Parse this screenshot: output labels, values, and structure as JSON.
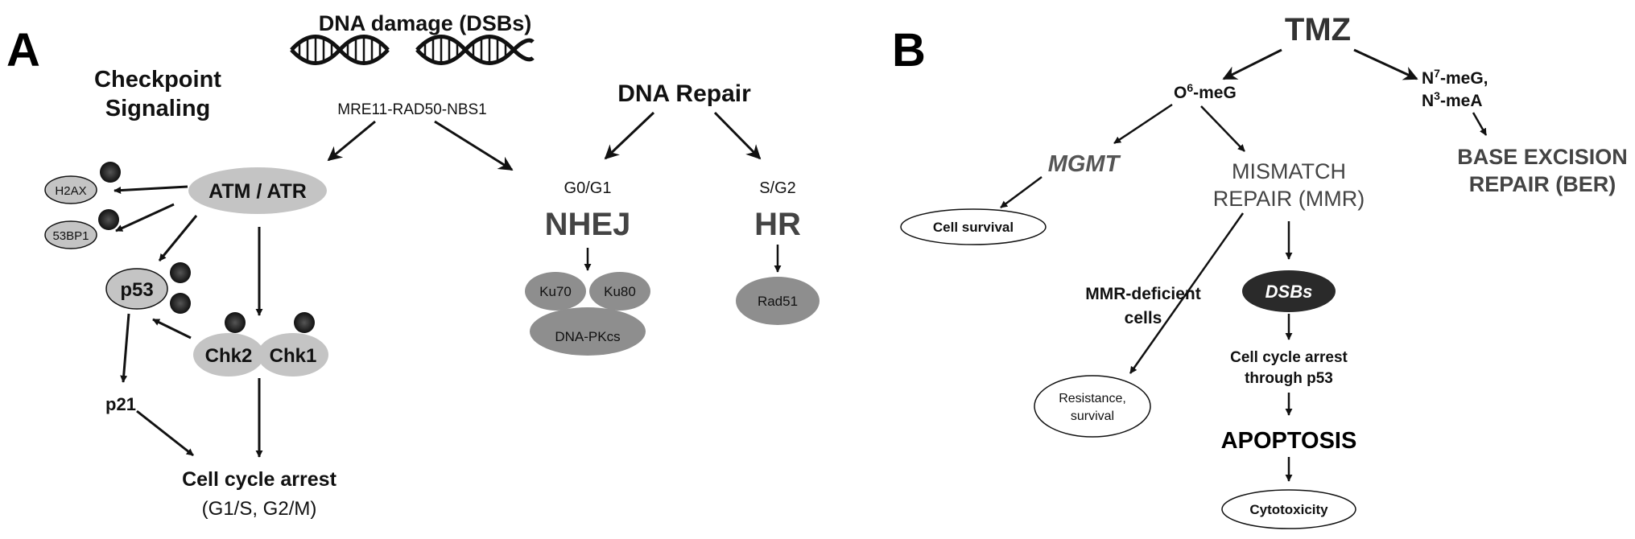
{
  "panel_a": {
    "letter": "A",
    "dna_damage": "DNA damage  (DSBs)",
    "mrn_complex": "MRE11-RAD50-NBS1",
    "checkpoint_line1": "Checkpoint",
    "checkpoint_line2": "Signaling",
    "dna_repair": "DNA Repair",
    "atm_atr": "ATM / ATR",
    "h2ax": "H2AX",
    "bp53": "53BP1",
    "p53": "p53",
    "chk2": "Chk2",
    "chk1": "Chk1",
    "p21": "p21",
    "arrest_line1": "Cell cycle arrest",
    "arrest_line2": "(G1/S, G2/M)",
    "g0g1": "G0/G1",
    "nhej": "NHEJ",
    "sg2": "S/G2",
    "hr": "HR",
    "ku70": "Ku70",
    "ku80": "Ku80",
    "dnapkcs": "DNA-PKcs",
    "rad51": "Rad51"
  },
  "panel_b": {
    "letter": "B",
    "tmz": "TMZ",
    "o6_prefix": "O",
    "o6_sup": "6",
    "o6_suffix": "-meG",
    "n7_prefix": "N",
    "n7_sup": "7",
    "n7_suffix": "-meG,",
    "n3_prefix": "N",
    "n3_sup": "3",
    "n3_suffix": "-meA",
    "mgmt": "MGMT",
    "mmr_line1": "MISMATCH",
    "mmr_line2": "REPAIR (MMR)",
    "ber_line1": "BASE EXCISION",
    "ber_line2": "REPAIR (BER)",
    "cell_survival": "Cell survival",
    "mmr_def_line1": "MMR-deficient",
    "mmr_def_line2": "cells",
    "dsbs": "DSBs",
    "arrest_p53_line1": "Cell cycle arrest",
    "arrest_p53_line2": "through p53",
    "resistance_line1": "Resistance,",
    "resistance_line2": "survival",
    "apoptosis": "APOPTOSIS",
    "cytotoxicity": "Cytotoxicity"
  },
  "colors": {
    "node_gray": "#c4c4c4",
    "node_dark_gray": "#8e8e8e",
    "dsbs_fill": "#2a2a2a",
    "phospho_dot": "#222222",
    "stroke": "#111111"
  },
  "icons": [
    "dna-helix-icon",
    "phospho-dot-icon"
  ]
}
